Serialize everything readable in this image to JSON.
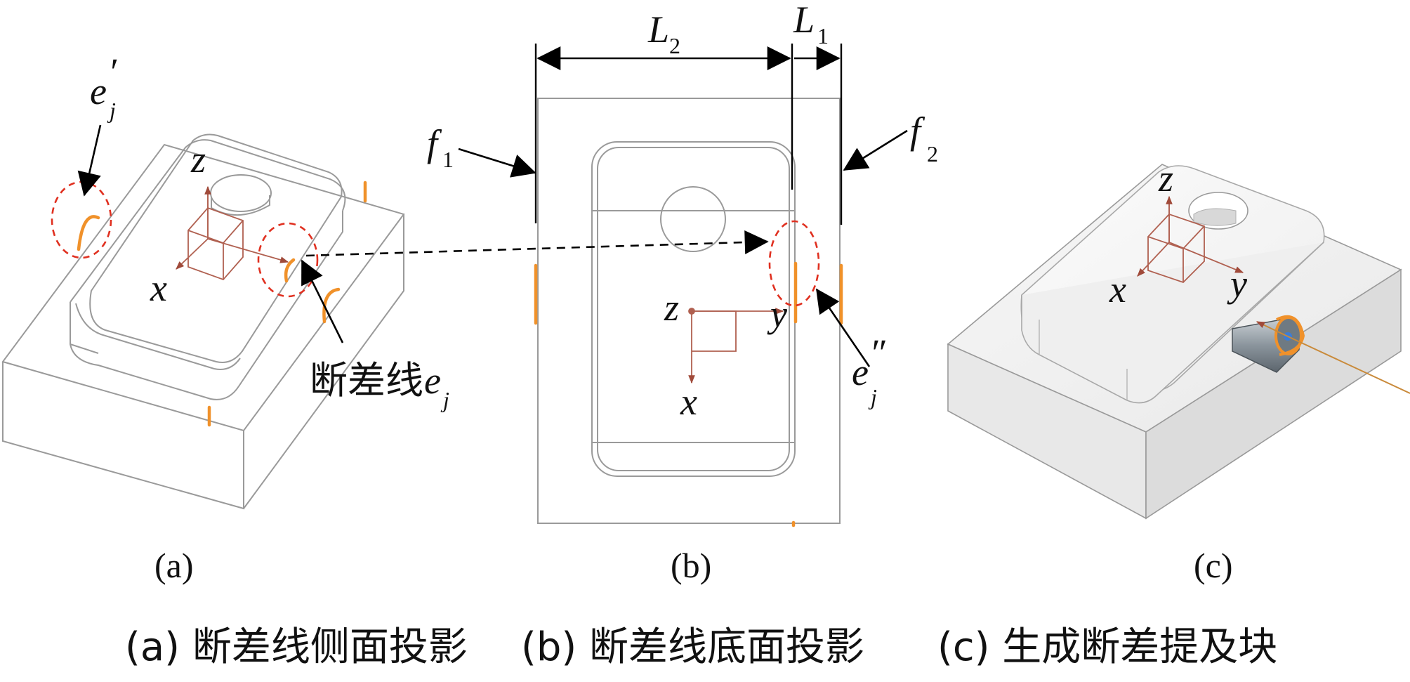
{
  "panels": {
    "a": {
      "label": "(a)",
      "axis_z": "z",
      "axis_x": "x",
      "annot_e_prime": "e",
      "annot_e_prime_sup": "′",
      "annot_e_prime_sub": "j",
      "annot_break_line_cn": "断差线",
      "annot_break_line_var": "e",
      "annot_break_line_sub": "j"
    },
    "b": {
      "label": "(b)",
      "dim_L2": "L",
      "dim_L2_sub": "2",
      "dim_L1": "L",
      "dim_L1_sub": "1",
      "face_f1": "f",
      "face_f1_sub": "1",
      "face_f2": "f",
      "face_f2_sub": "2",
      "axis_z": "z",
      "axis_y": "y",
      "axis_x": "x",
      "annot_e_dprime": "e",
      "annot_e_dprime_sup": "″",
      "annot_e_dprime_sub": "j"
    },
    "c": {
      "label": "(c)",
      "axis_z": "z",
      "axis_x": "x",
      "axis_y": "y"
    }
  },
  "captions": {
    "a": "(a) 断差线侧面投影",
    "b": "(b) 断差线底面投影",
    "c": "(c) 生成断差提及块"
  },
  "colors": {
    "highlight_orange": "#f0912a",
    "dashed_circle_red": "#e03020",
    "axis_brown": "#b06050",
    "edge_gray": "#9a9a9a"
  }
}
